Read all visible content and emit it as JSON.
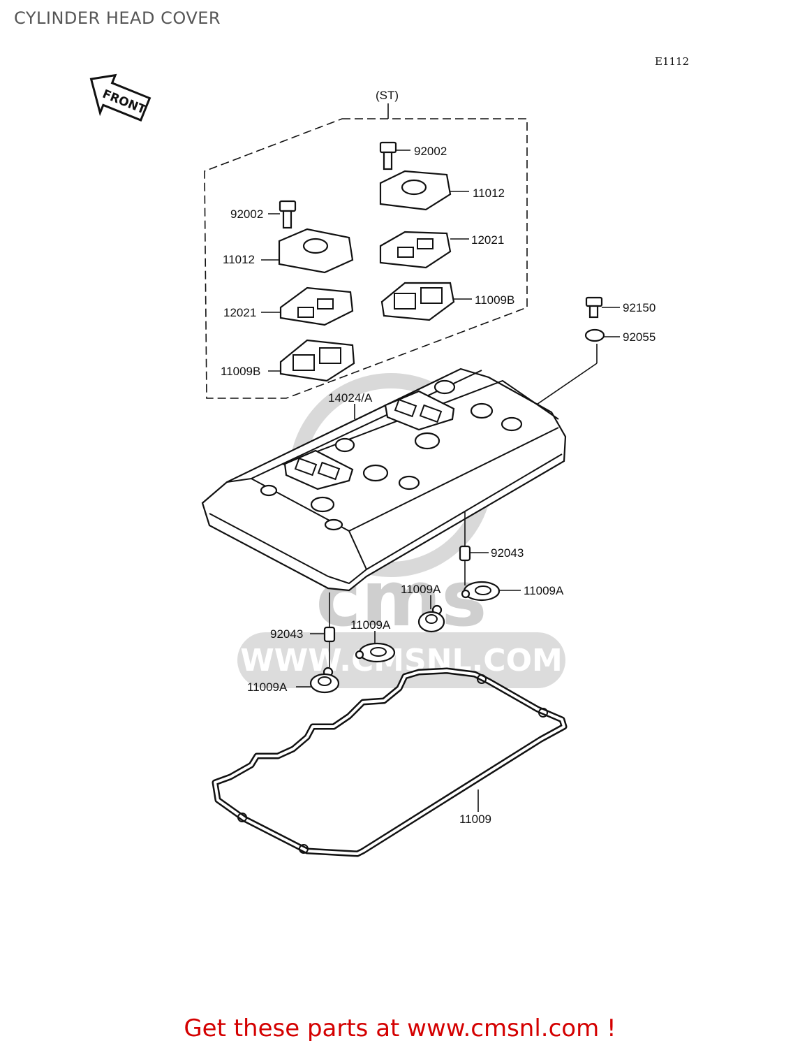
{
  "page_title": "CYLINDER HEAD COVER",
  "diagram_code": "E1112",
  "front_arrow_label": "FRONT",
  "st_label": "(ST)",
  "watermark": {
    "url_text": "WWW.CMSNL.COM",
    "logo_text": "cms"
  },
  "callouts": {
    "c92002_right": "92002",
    "c11012_right": "11012",
    "c92002_left": "92002",
    "c12021_right": "12021",
    "c11012_left": "11012",
    "c11009b_right": "11009B",
    "c12021_left": "12021",
    "c11009b_left": "11009B",
    "c92150": "92150",
    "c92055": "92055",
    "c14024": "14024/A",
    "c92043_right": "92043",
    "c11009a_center": "11009A",
    "c11009a_right": "11009A",
    "c11009a_mid": "11009A",
    "c92043_left": "92043",
    "c11009a_left": "11009A",
    "c11009": "11009"
  },
  "footer_text": "Get these parts at www.cmsnl.com !",
  "colors": {
    "footer": "#d40000",
    "title": "#555555",
    "watermark": "#cfcfcf"
  }
}
